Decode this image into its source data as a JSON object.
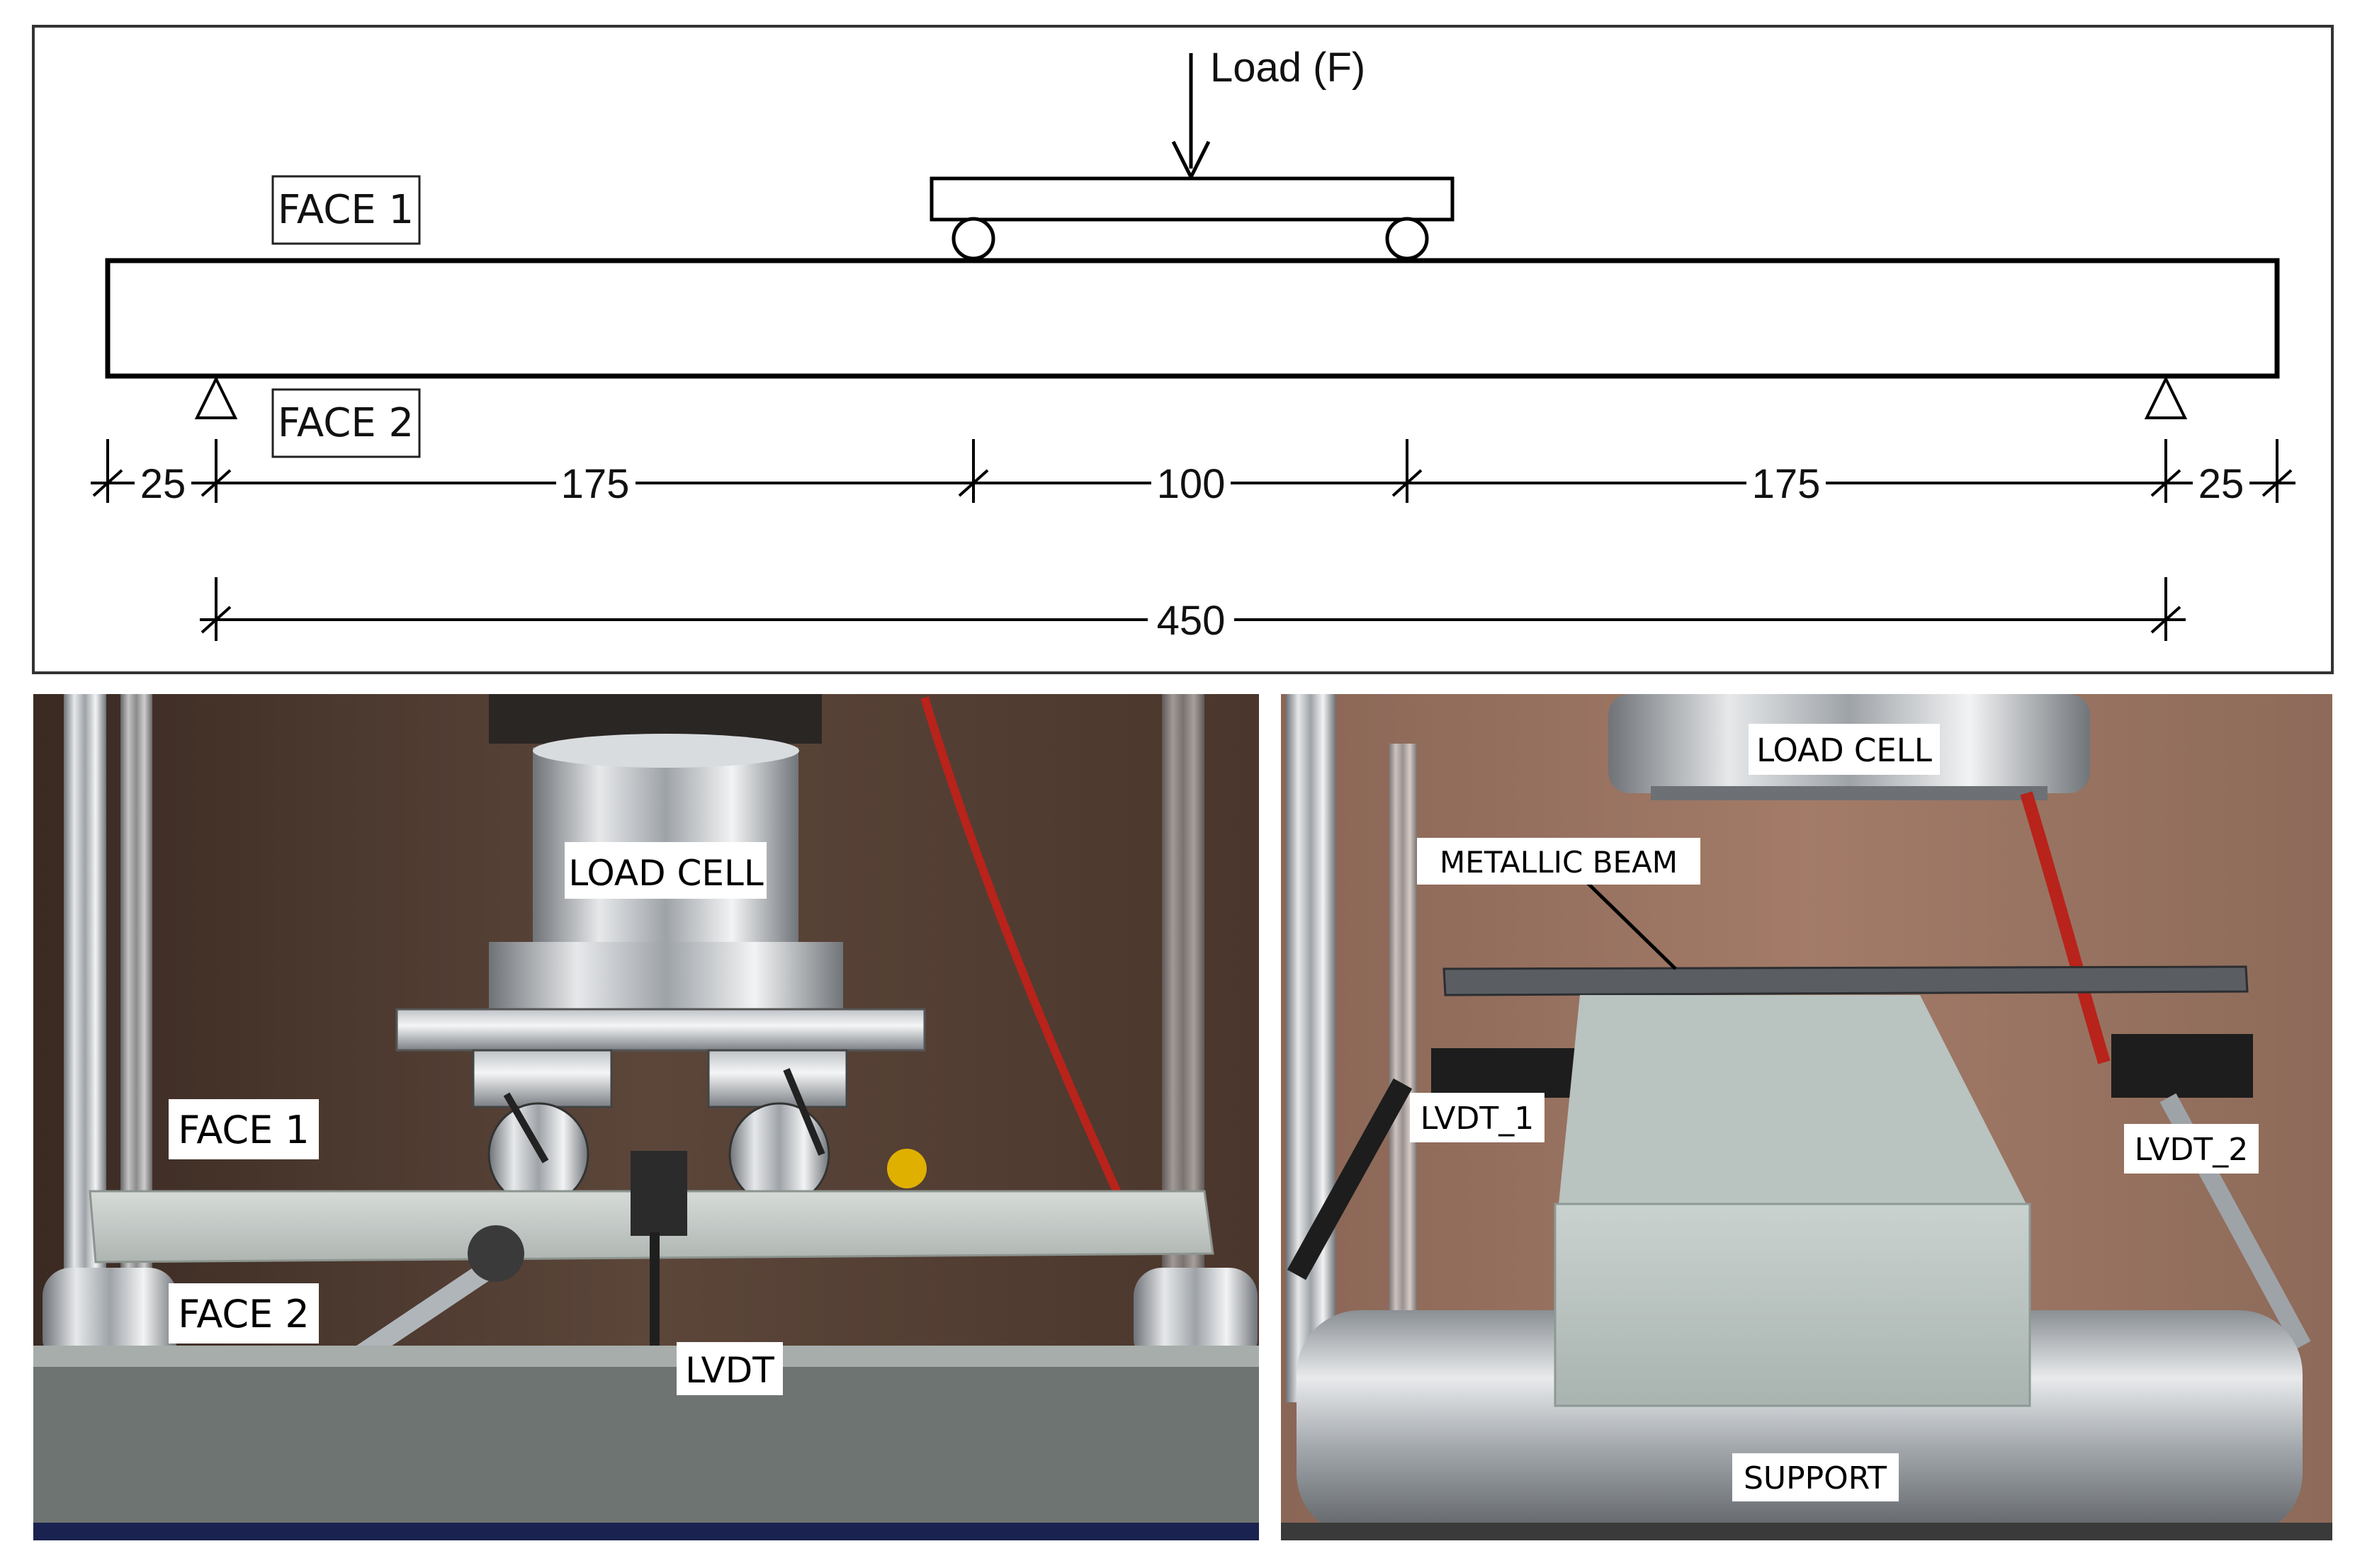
{
  "diagram": {
    "load_label": "Load (F)",
    "face1_label": "FACE 1",
    "face2_label": "FACE 2",
    "dimensions": {
      "overhang_left": "25",
      "span_left": "175",
      "span_middle": "100",
      "span_right": "175",
      "overhang_right": "25",
      "support_span": "450"
    }
  },
  "photo_left": {
    "labels": {
      "load_cell": "LOAD CELL",
      "face1": "FACE 1",
      "face2": "FACE 2",
      "lvdt": "LVDT"
    }
  },
  "photo_right": {
    "labels": {
      "load_cell": "LOAD CELL",
      "metallic_beam": "METALLIC BEAM",
      "lvdt_1": "LVDT_1",
      "lvdt_2": "LVDT_2",
      "support": "SUPPORT"
    }
  }
}
